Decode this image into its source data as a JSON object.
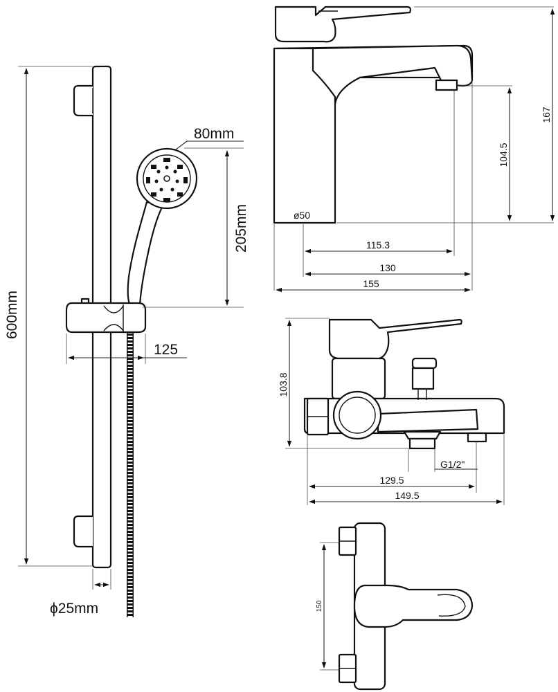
{
  "shower_set": {
    "rail_height": "600mm",
    "head_diameter": "80mm",
    "hand_shower_height": "205mm",
    "holder_width": "125",
    "rail_diameter": "ϕ25mm"
  },
  "basin_mixer": {
    "body_diameter": "ø50",
    "total_height": "167",
    "spout_height": "104.5",
    "spout_reach": "115.3",
    "width_130": "130",
    "width_155": "155"
  },
  "bath_mixer": {
    "height": "103.8",
    "thread": "G1/2\"",
    "width_129_5": "129.5",
    "width_149_5": "149.5"
  },
  "thermostatic_mixer": {
    "center_distance": "150"
  }
}
